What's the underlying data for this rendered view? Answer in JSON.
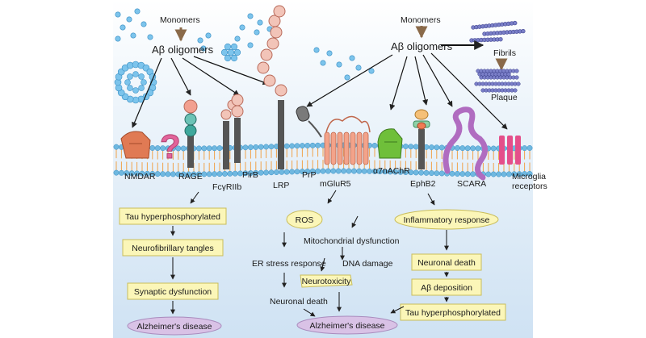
{
  "top": {
    "monomers_left": "Monomers",
    "oligomers_left": "Aβ oligomers",
    "monomers_right": "Monomers",
    "oligomers_right": "Aβ oligomers",
    "fibrils": "Fibrils",
    "plaque": "Plaque"
  },
  "receptors": {
    "nmdar": "NMDAR",
    "rage": "RAGE",
    "fcgriib": "FcγRIIb",
    "pirb": "PirB",
    "lrp": "LRP",
    "prp": "PrP",
    "mglur5": "mGluR5",
    "a7nachr": "α7nAChR",
    "ephb2": "EphB2",
    "scara": "SCARA",
    "microglia_1": "Microglia",
    "microglia_2": "receptors"
  },
  "left_path": {
    "tau": "Tau hyperphosphorylated",
    "tangles": "Neurofibrillary tangles",
    "synaptic": "Synaptic dysfunction",
    "ad": "Alzheimer's disease"
  },
  "middle_path": {
    "ros": "ROS",
    "mito": "Mitochondrial dysfunction",
    "er": "ER stress response",
    "dna": "DNA damage",
    "neurotox": "Neurotoxicity",
    "death": "Neuronal death",
    "ad": "Alzheimer's disease"
  },
  "right_path": {
    "inflam": "Inflammatory response",
    "death": "Neuronal death",
    "abdep": "Aβ deposition",
    "tau": "Tau hyperphosphorylated"
  },
  "colors": {
    "box_fill": "#fbf6b8",
    "box_stroke": "#c9bd5a",
    "oval_fill": "#d9c2e6",
    "oval_stroke": "#a98bbd",
    "membrane_head": "#6fb8e0",
    "arrow": "#222222",
    "brown_arrow": "#8a6a4a"
  }
}
